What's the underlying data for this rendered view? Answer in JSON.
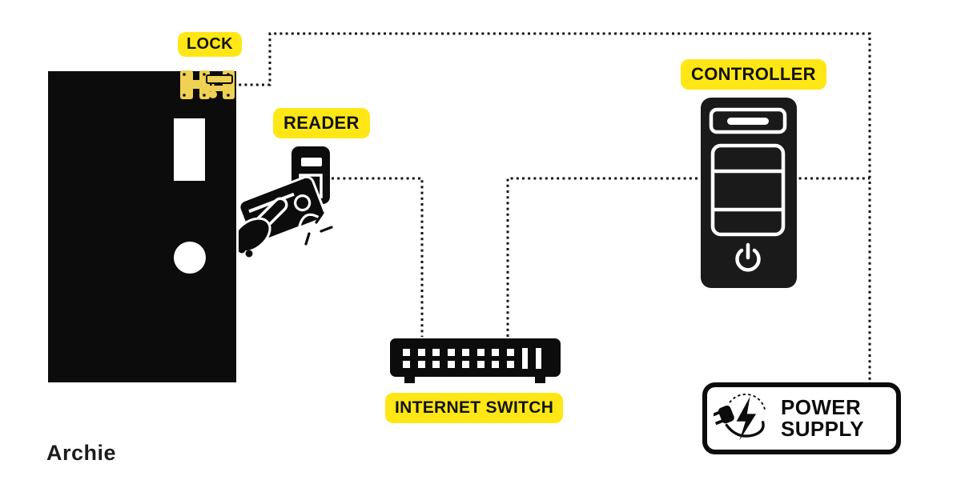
{
  "brand": {
    "name": "Archie"
  },
  "colors": {
    "background": "#FFFFFF",
    "label_background": "#FFE716",
    "ink": "#141414",
    "lock_gold": "#EFD153"
  },
  "components": {
    "door": {
      "name": "door"
    },
    "lock": {
      "label": "LOCK"
    },
    "reader": {
      "label": "READER"
    },
    "internet_switch": {
      "label": "INTERNET SWITCH"
    },
    "controller": {
      "label": "CONTROLLER"
    },
    "power_supply": {
      "label_line1": "POWER",
      "label_line2": "SUPPLY"
    }
  },
  "connections": [
    {
      "from": "lock",
      "to": "power-supply",
      "style": "dotted"
    },
    {
      "from": "reader",
      "to": "internet-switch",
      "style": "dotted"
    },
    {
      "from": "internet-switch",
      "to": "controller",
      "style": "dotted"
    },
    {
      "from": "controller",
      "to": "power-supply",
      "style": "dotted"
    }
  ]
}
